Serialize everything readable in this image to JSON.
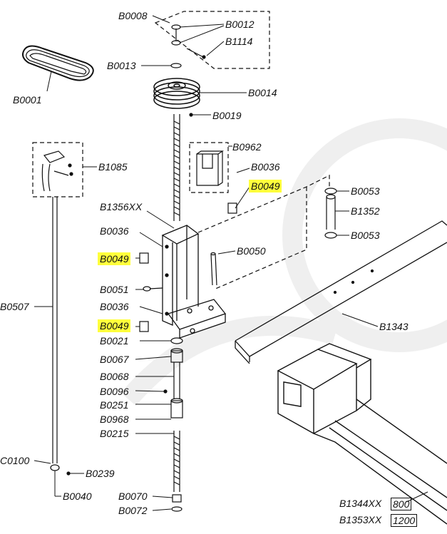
{
  "parts": {
    "B0008": "B0008",
    "B0012": "B0012",
    "B1114": "B1114",
    "B0013": "B0013",
    "B0001": "B0001",
    "B0014": "B0014",
    "B0019": "B0019",
    "B0962": "B0962",
    "B1085": "B1085",
    "B0036_top": "B0036",
    "B0049_top": "B0049",
    "B0053_top": "B0053",
    "B1352": "B1352",
    "B0053_bottom": "B0053",
    "B1356XX": "B1356XX",
    "B0036_mid": "B0036",
    "B0050": "B0050",
    "B0049_mid": "B0049",
    "B0051": "B0051",
    "B0507": "B0507",
    "B0036_low": "B0036",
    "B0049_low": "B0049",
    "B1343": "B1343",
    "B0021": "B0021",
    "B0067": "B0067",
    "B0068": "B0068",
    "B0096": "B0096",
    "B0251": "B0251",
    "B0968": "B0968",
    "B0215": "B0215",
    "C0100": "C0100",
    "B0239": "B0239",
    "B0040": "B0040",
    "B0070": "B0070",
    "B0072": "B0072",
    "B1344XX": "B1344XX",
    "B1353XX": "B1353XX"
  },
  "sizes": {
    "s800": "800",
    "s1200": "1200"
  },
  "colors": {
    "highlight": "#ffff3c",
    "line": "#111111",
    "watermark": "#efefef"
  }
}
